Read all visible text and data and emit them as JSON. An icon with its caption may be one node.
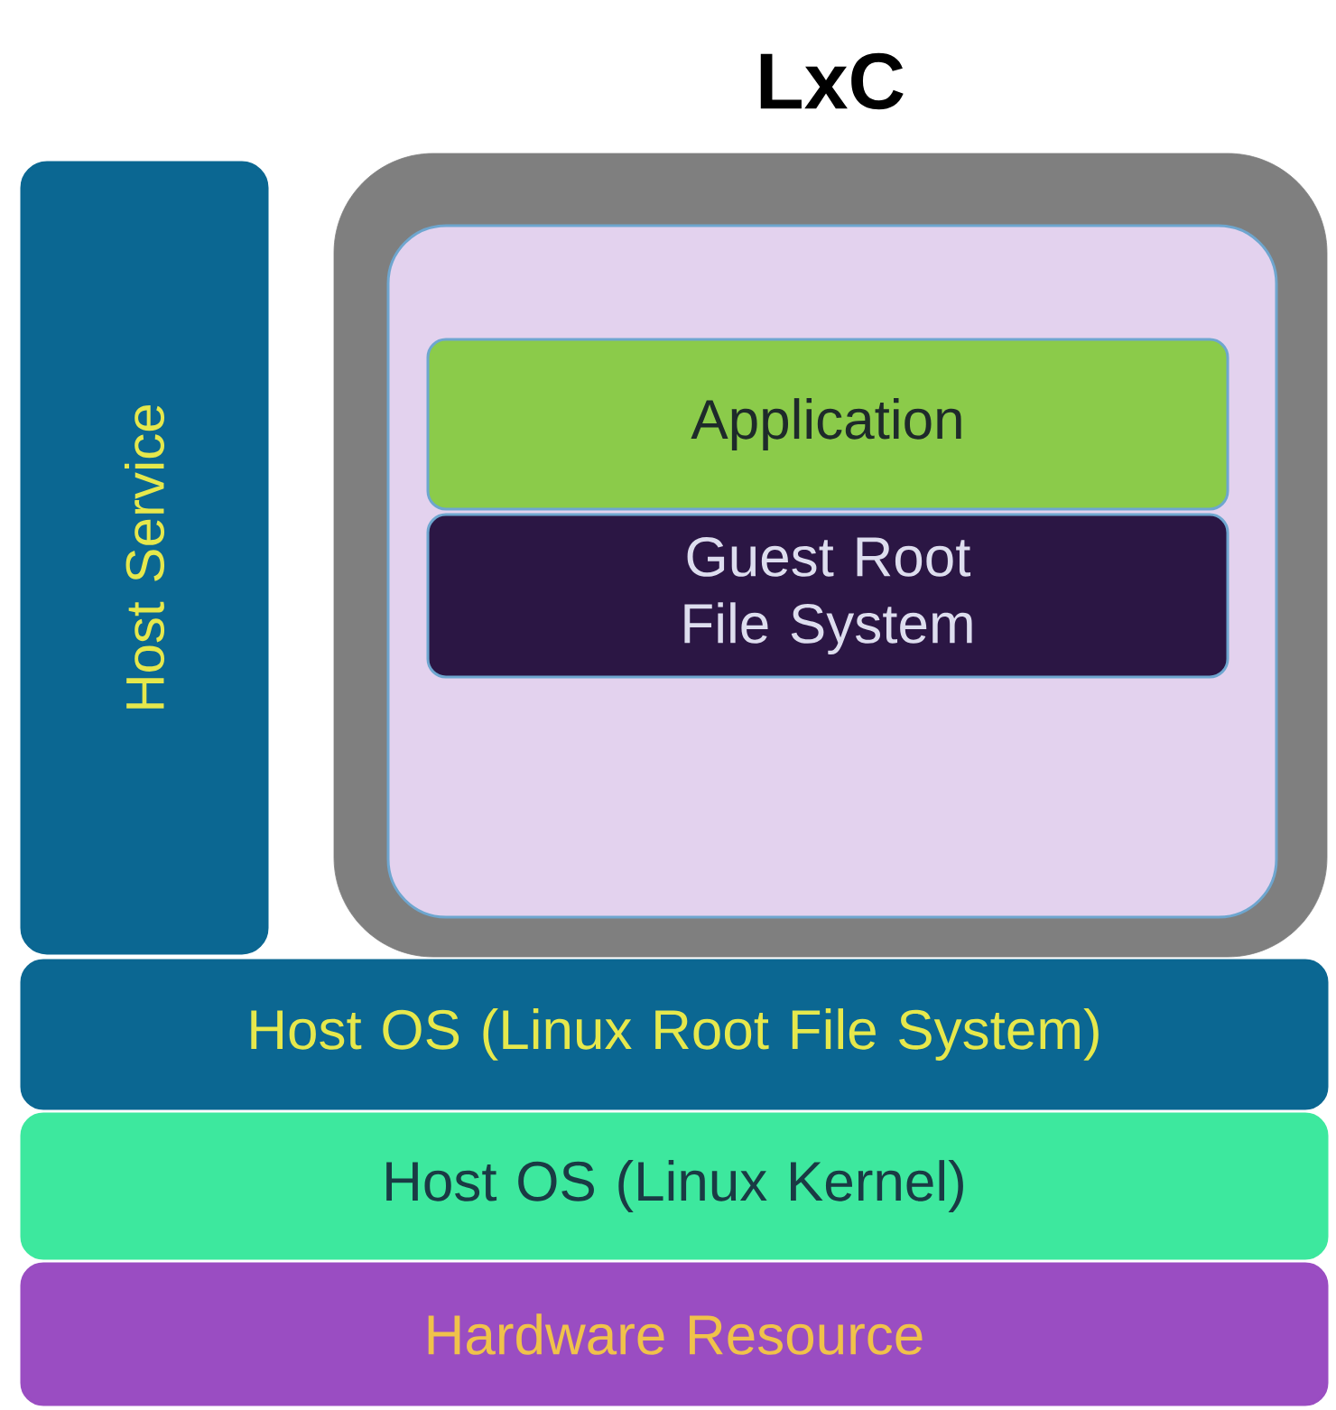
{
  "diagram": {
    "nodes": [
      {
        "text": [
          "Host Service"
        ]
      },
      {
        "text": [
          "LxC"
        ]
      },
      {
        "text": [],
        "shape": "box",
        "in": 1
      },
      {
        "text": [
          "Application"
        ],
        "in": 2
      },
      {
        "text": [
          "Guest Root File System"
        ],
        "in": 2
      },
      {
        "text": [
          "Host OS (Linux Root File System)"
        ]
      },
      {
        "text": [
          "Host OS (Linux Kernel)"
        ]
      },
      {
        "text": [
          "Hardware Resource"
        ]
      }
    ]
  }
}
